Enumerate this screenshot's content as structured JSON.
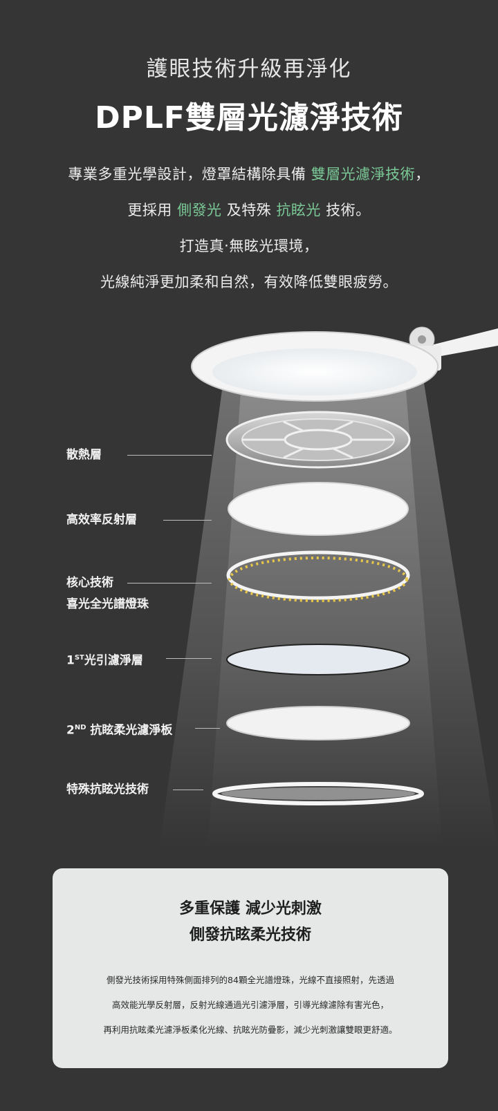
{
  "header": {
    "subtitle": "護眼技術升級再淨化",
    "title": "DPLF雙層光濾淨技術"
  },
  "intro": {
    "line1_a": "專業多重光學設計，燈罩結構除具備 ",
    "line1_hl": "雙層光濾淨技術",
    "line1_b": "，",
    "line2_a": "更採用 ",
    "line2_hl1": "側發光",
    "line2_b": " 及特殊 ",
    "line2_hl2": "抗眩光",
    "line2_c": " 技術。",
    "line3": "打造真‧無眩光環境，",
    "line4": "光線純淨更加柔和自然，有效降低雙眼疲勞。"
  },
  "layers": {
    "heat": "散熱層",
    "reflect": "高效率反射層",
    "core1": "核心技術",
    "core2": "喜光全光譜燈珠",
    "filter1_num": "1",
    "filter1_sup": "ST",
    "filter1_text": "光引濾淨層",
    "filter2_num": "2",
    "filter2_sup": "ND",
    "filter2_text": " 抗眩柔光濾淨板",
    "antiglare": "特殊抗眩光技術"
  },
  "card": {
    "heading1": "多重保護 減少光刺激",
    "heading2": "側發抗眩柔光技術",
    "body1": "側發光技術採用特殊側面排列的84顆全光譜燈珠，光線不直接照射，先透過",
    "body2": "高效能光學反射層，反射光線通過光引濾淨層，引導光線濾除有害光色，",
    "body3": "再利用抗眩柔光濾淨板柔化光線、抗眩光防疊影，減少光刺激讓雙眼更舒適。"
  },
  "colors": {
    "background": "#353535",
    "highlight": "#7ac896",
    "card": "#e6e8e8"
  }
}
